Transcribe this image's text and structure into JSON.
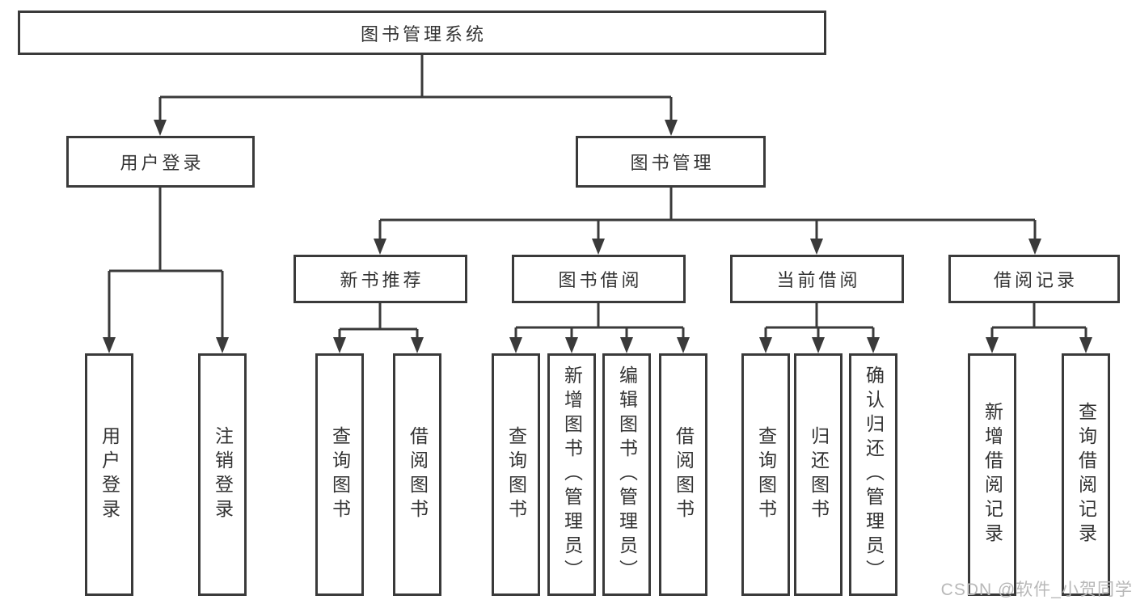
{
  "tree": {
    "label": "图书管理系统",
    "children": [
      {
        "label": "用户登录",
        "children": [
          {
            "label": "用户登录"
          },
          {
            "label": "注销登录"
          }
        ]
      },
      {
        "label": "图书管理",
        "children": [
          {
            "label": "新书推荐",
            "children": [
              {
                "label": "查询图书"
              },
              {
                "label": "借阅图书"
              }
            ]
          },
          {
            "label": "图书借阅",
            "children": [
              {
                "label": "查询图书"
              },
              {
                "label": "新增图书（管理员）"
              },
              {
                "label": "编辑图书（管理员）"
              },
              {
                "label": "借阅图书"
              }
            ]
          },
          {
            "label": "当前借阅",
            "children": [
              {
                "label": "查询图书"
              },
              {
                "label": "归还图书"
              },
              {
                "label": "确认归还（管理员）"
              }
            ]
          },
          {
            "label": "借阅记录",
            "children": [
              {
                "label": "新增借阅记录"
              },
              {
                "label": "查询借阅记录"
              }
            ]
          }
        ]
      }
    ]
  },
  "watermark": "CSDN @软件_小贺同学",
  "colors": {
    "line": "#3a3a3a",
    "text": "#333333",
    "watermark": "#b8b8b8",
    "background": "#ffffff"
  }
}
